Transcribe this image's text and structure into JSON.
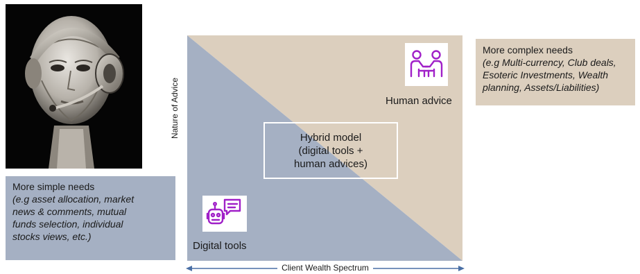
{
  "notes": {
    "complex": {
      "title": "More complex needs",
      "lines": [
        "(e.g Multi-currency, Club deals,",
        "Esoteric Investments, Wealth",
        "planning, Assets/Liabilities)"
      ]
    },
    "simple": {
      "title": "More simple needs",
      "lines": [
        "(e.g asset allocation, market",
        "news & comments, mutual",
        "funds selection, individual",
        "stocks views, etc.)"
      ]
    }
  },
  "diagram": {
    "y_axis_label": "Nature of Advice",
    "x_axis_label": "Client Wealth Spectrum",
    "upper_region": {
      "label": "Human advice",
      "icon": "people-meeting-icon",
      "color": "#dccfbe"
    },
    "lower_region": {
      "label": "Digital tools",
      "icon": "chatbot-icon",
      "color": "#a5b0c3"
    },
    "center": {
      "lines": [
        "Hybrid model",
        "(digital tools +",
        "human advices)"
      ]
    },
    "icon_color": "#a020c8",
    "axis_color": "#4a6fa5"
  },
  "image": {
    "subject": "robot-head-headset-image"
  }
}
